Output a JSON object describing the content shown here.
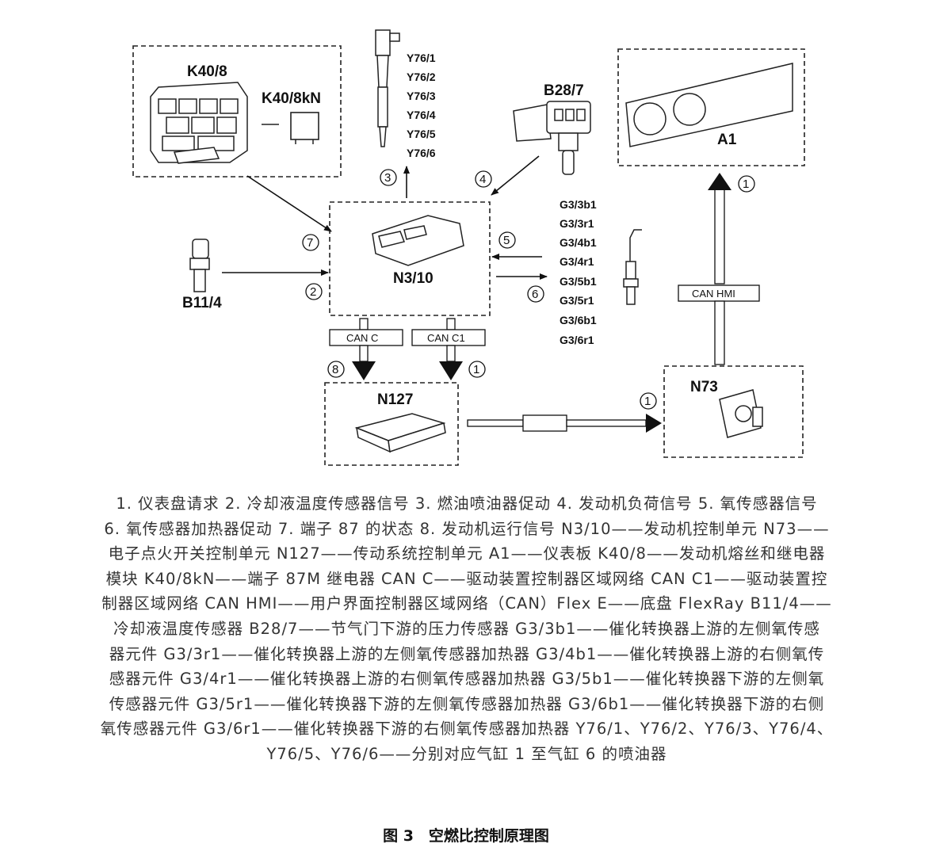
{
  "components": {
    "k40_8": "K40/8",
    "k40_8kn": "K40/8kN",
    "y76": [
      "Y76/1",
      "Y76/2",
      "Y76/3",
      "Y76/4",
      "Y76/5",
      "Y76/6"
    ],
    "b28_7": "B28/7",
    "a1": "A1",
    "n3_10": "N3/10",
    "b11_4": "B11/4",
    "g3": [
      "G3/3b1",
      "G3/3r1",
      "G3/4b1",
      "G3/4r1",
      "G3/5b1",
      "G3/5r1",
      "G3/6b1",
      "G3/6r1"
    ],
    "n127": "N127",
    "n73": "N73"
  },
  "bus_labels": {
    "can_c": "CAN C",
    "can_c1": "CAN C1",
    "can_hmi": "CAN HMI"
  },
  "step_numbers": {
    "injector": "3",
    "pressure": "4",
    "terminal": "7",
    "o2_in": "5",
    "coolant": "2",
    "o2_out": "6",
    "can_c": "8",
    "can_c1": "1",
    "n127_n73": "1",
    "n73_a1": "1"
  },
  "legend": [
    "1. 仪表盘请求 2. 冷却液温度传感器信号 3. 燃油喷油器促动 4. 发动机负荷信号 5. 氧传感器信号",
    "6. 氧传感器加热器促动 7. 端子 87 的状态 8. 发动机运行信号 N3/10——发动机控制单元 N73——",
    "电子点火开关控制单元 N127——传动系统控制单元 A1——仪表板 K40/8——发动机熔丝和继电器",
    "模块 K40/8kN——端子 87M 继电器 CAN C——驱动装置控制器区域网络 CAN C1——驱动装置控",
    "制器区域网络 CAN HMI——用户界面控制器区域网络（CAN）Flex E——底盘 FlexRay B11/4——",
    "冷却液温度传感器 B28/7——节气门下游的压力传感器 G3/3b1——催化转换器上游的左侧氧传感",
    "器元件 G3/3r1——催化转换器上游的左侧氧传感器加热器 G3/4b1——催化转换器上游的右侧氧传",
    "感器元件 G3/4r1——催化转换器上游的右侧氧传感器加热器 G3/5b1——催化转换器下游的左侧氧",
    "传感器元件 G3/5r1——催化转换器下游的左侧氧传感器加热器 G3/6b1——催化转换器下游的右侧",
    "氧传感器元件 G3/6r1——催化转换器下游的右侧氧传感器加热器 Y76/1、Y76/2、Y76/3、Y76/4、",
    "Y76/5、Y76/6——分别对应气缸 1 至气缸 6 的喷油器"
  ],
  "caption": "图 3　空燃比控制原理图"
}
